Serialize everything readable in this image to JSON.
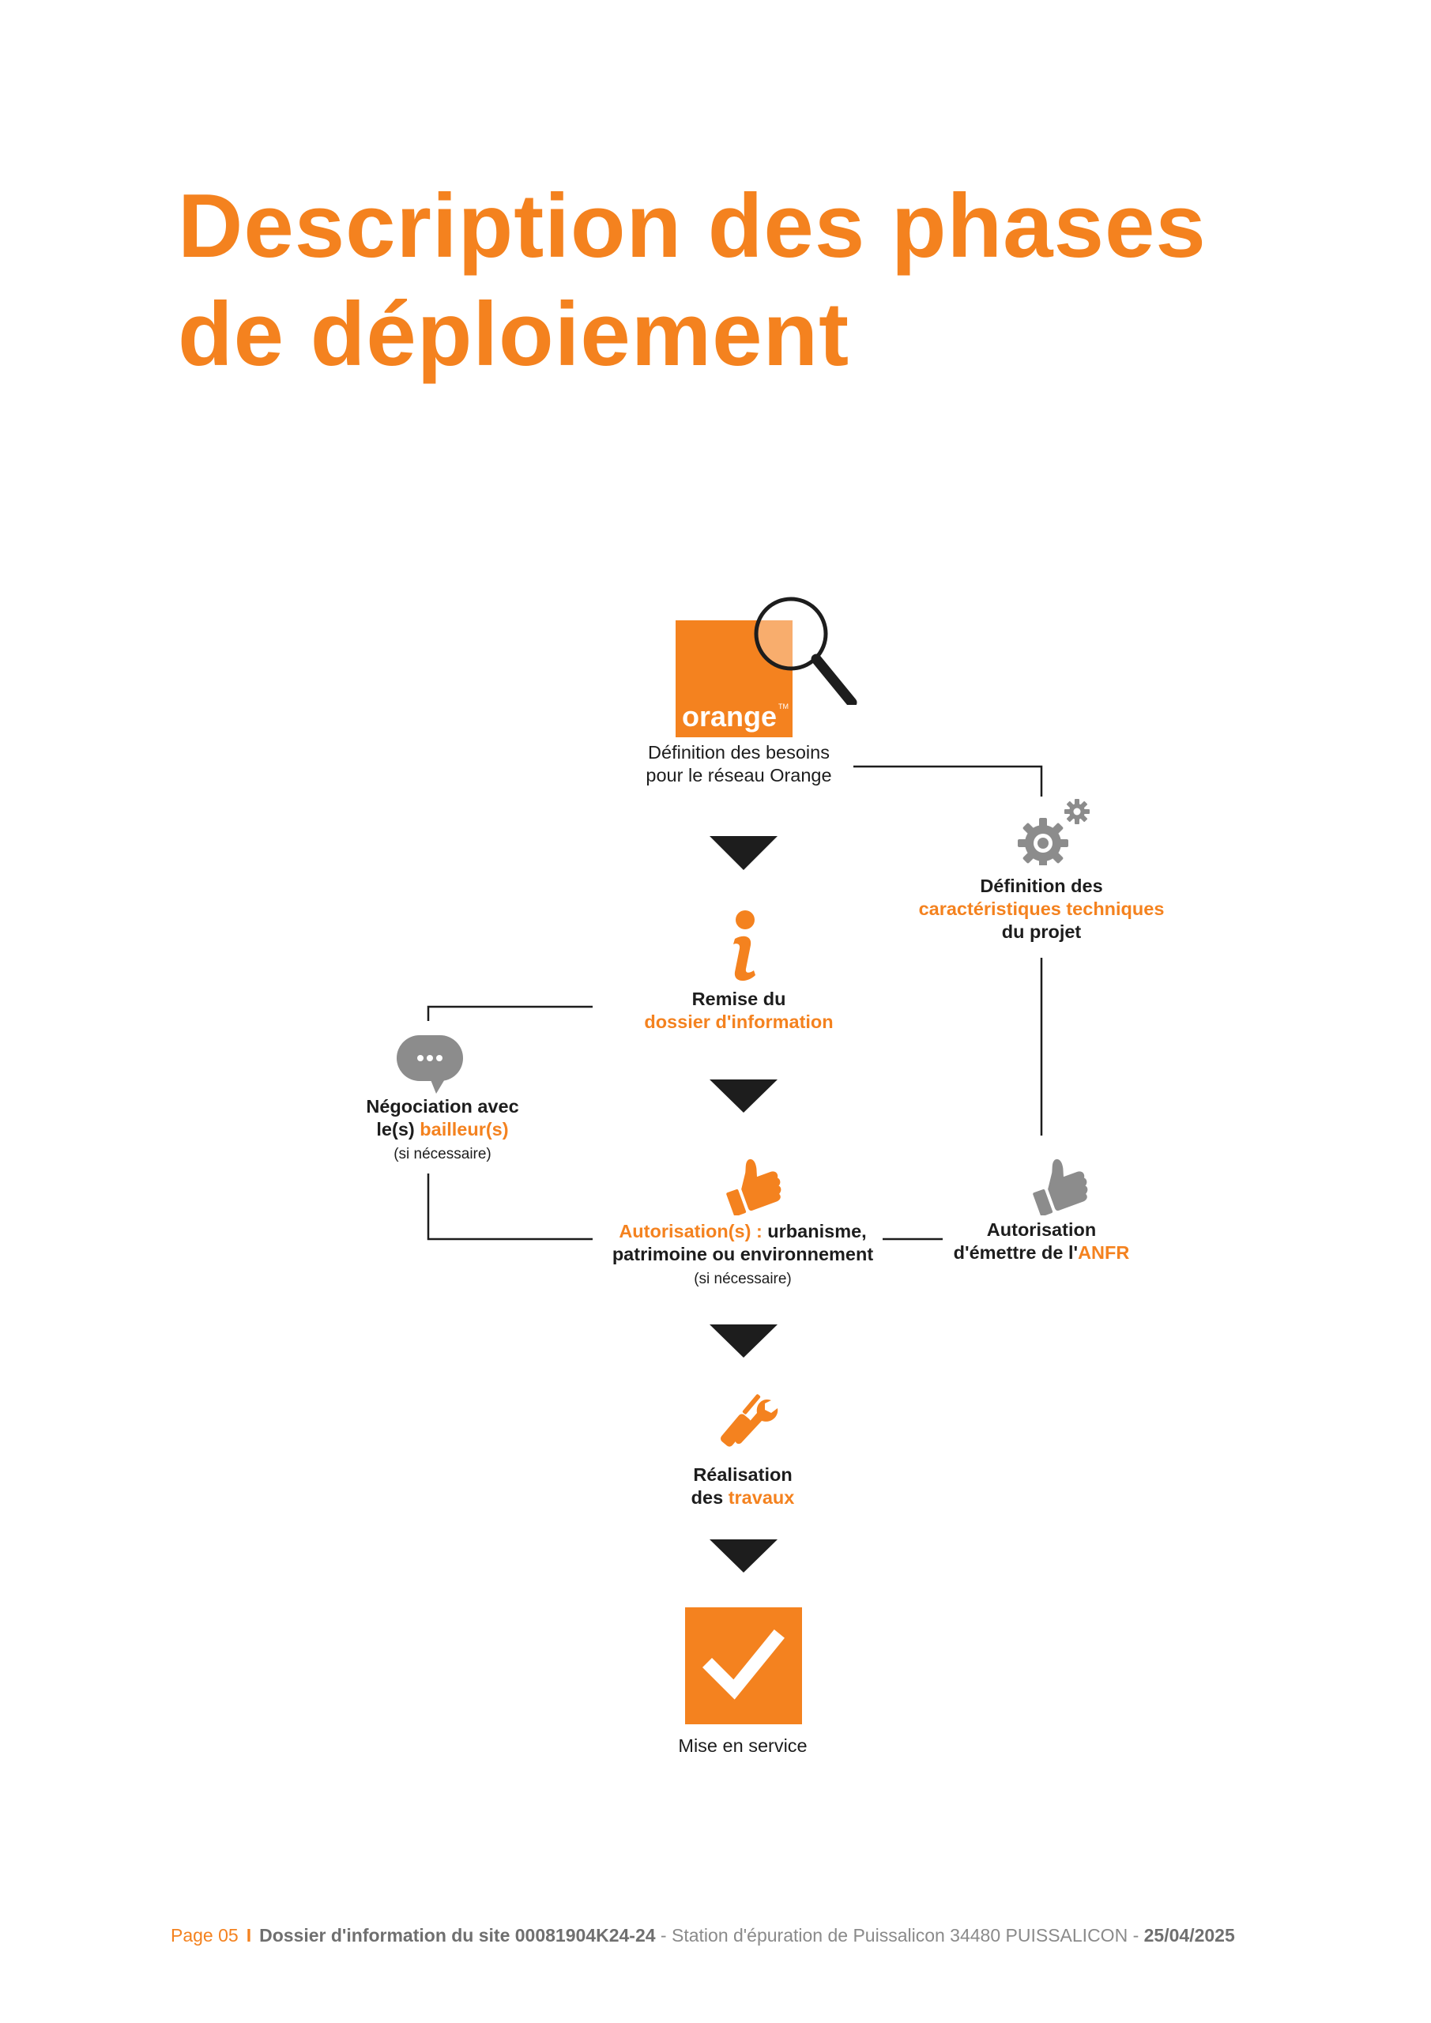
{
  "title": {
    "line1": "Description des phases",
    "line2": "de déploiement"
  },
  "logo": {
    "brand": "orange",
    "tm": "TM"
  },
  "steps": {
    "besoins": {
      "line1": "Définition des besoins",
      "line2": "pour le réseau Orange"
    },
    "techniques": {
      "line1": "Définition des",
      "line2": "caractéristiques techniques",
      "line3": "du projet"
    },
    "remise": {
      "line1": "Remise du",
      "line2": "dossier d'information"
    },
    "negociation": {
      "line1": "Négociation avec",
      "line2a": "le(s) ",
      "line2b": "bailleur(s)",
      "note": "(si nécessaire)"
    },
    "autorisations": {
      "line1a": "Autorisation(s) :",
      "line1b": " urbanisme,",
      "line2": "patrimoine ou environnement",
      "note": "(si nécessaire)"
    },
    "anfr": {
      "line1": "Autorisation",
      "line2a": "d'émettre de l'",
      "line2b": "ANFR"
    },
    "travaux": {
      "line1": "Réalisation",
      "line2a": "des ",
      "line2b": "travaux"
    },
    "service": {
      "label": "Mise en service"
    }
  },
  "icons": [
    "magnifier-icon",
    "gear-icon",
    "info-icon",
    "speech-bubble-icon",
    "thumbs-up-icon",
    "tools-icon",
    "checkmark-icon"
  ],
  "colors": {
    "accent": "#f4821f",
    "grey": "#8c8c8c",
    "dark": "#1d1d1d"
  },
  "footer": {
    "page": "Page 05",
    "separator": "I",
    "doc": "Dossier d'information du site 00081904K24-24",
    "dash1": " - ",
    "location": "Station d'épuration de Puissalicon 34480 PUISSALICON",
    "dash2": " - ",
    "date": "25/04/2025"
  }
}
